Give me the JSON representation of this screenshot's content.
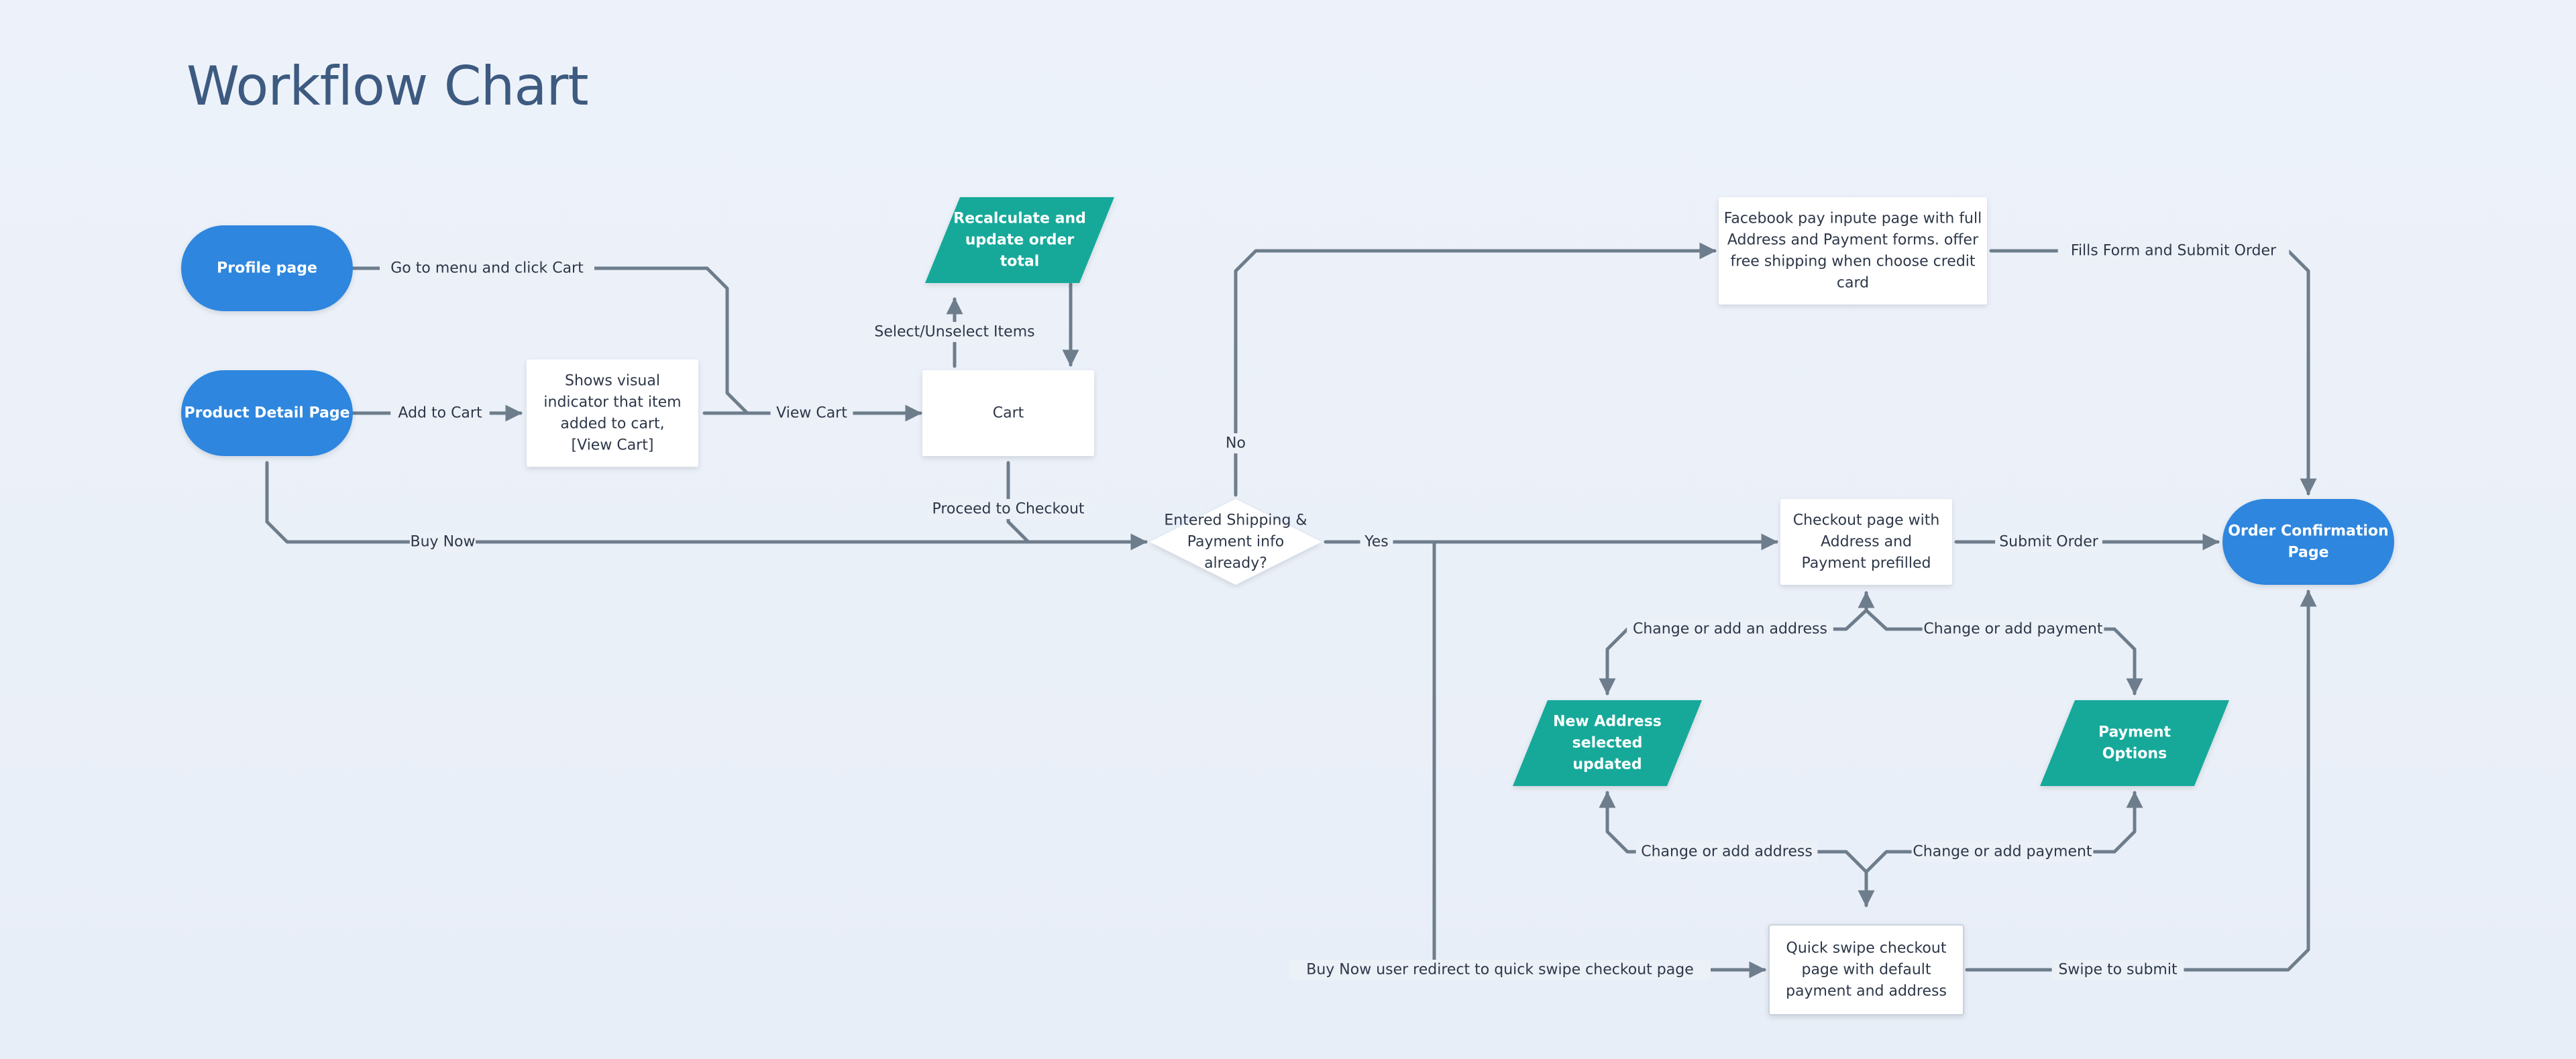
{
  "title": "Workflow Chart",
  "colors": {
    "terminal": "#2e86de",
    "io": "#17a99a",
    "process": "#ffffff",
    "edge": "#6e7d8c",
    "title": "#3d5a80"
  },
  "nodes": [
    {
      "id": "profile",
      "shape": "terminal",
      "lines": [
        "Profile page"
      ]
    },
    {
      "id": "product",
      "shape": "terminal",
      "lines": [
        "Product Detail Page"
      ]
    },
    {
      "id": "indicator",
      "shape": "process",
      "lines": [
        "Shows visual",
        "indicator that item",
        "added to cart,",
        "[View Cart]"
      ]
    },
    {
      "id": "recalc",
      "shape": "io",
      "lines": [
        "Recalculate and",
        "update order",
        "total"
      ]
    },
    {
      "id": "cart",
      "shape": "process",
      "lines": [
        "Cart"
      ]
    },
    {
      "id": "decision",
      "shape": "decision",
      "lines": [
        "Entered Shipping &",
        "Payment info",
        "already?"
      ]
    },
    {
      "id": "facebook",
      "shape": "process",
      "lines": [
        "Facebook pay inpute  page with full",
        "Address and Payment forms. offer",
        "free shipping when choose credit",
        "card"
      ]
    },
    {
      "id": "checkout",
      "shape": "process",
      "lines": [
        "Checkout page with",
        "Address and",
        "Payment prefilled"
      ]
    },
    {
      "id": "confirm",
      "shape": "terminal",
      "lines": [
        "Order Confirmation",
        "Page"
      ]
    },
    {
      "id": "newaddr",
      "shape": "io",
      "lines": [
        "New Address",
        "selected",
        "updated"
      ]
    },
    {
      "id": "payopts",
      "shape": "io",
      "lines": [
        "Payment",
        "Options"
      ]
    },
    {
      "id": "quickswipe",
      "shape": "process",
      "lines": [
        "Quick swipe checkout",
        "page with default",
        "payment and address"
      ]
    }
  ],
  "edges": [
    {
      "id": "e-goto-menu",
      "label": "Go to menu and click Cart"
    },
    {
      "id": "e-add-cart",
      "label": "Add to Cart"
    },
    {
      "id": "e-view-cart",
      "label": "View Cart"
    },
    {
      "id": "e-select",
      "label": "Select/Unselect Items"
    },
    {
      "id": "e-recalc-cart",
      "label": ""
    },
    {
      "id": "e-proceed",
      "label": "Proceed to Checkout"
    },
    {
      "id": "e-buy-now",
      "label": "Buy Now"
    },
    {
      "id": "e-no",
      "label": "No"
    },
    {
      "id": "e-yes",
      "label": "Yes"
    },
    {
      "id": "e-fills",
      "label": "Fills Form and Submit Order"
    },
    {
      "id": "e-submit",
      "label": "Submit Order"
    },
    {
      "id": "e-change-addr-top",
      "label": "Change or add an address"
    },
    {
      "id": "e-change-pay-top",
      "label": "Change or add payment"
    },
    {
      "id": "e-change-addr-bottom",
      "label": "Change or add address"
    },
    {
      "id": "e-change-pay-bottom",
      "label": "Change or add payment"
    },
    {
      "id": "e-buynow-redirect",
      "label": "Buy Now user redirect to quick swipe checkout page"
    },
    {
      "id": "e-swipe",
      "label": "Swipe to submit"
    }
  ]
}
